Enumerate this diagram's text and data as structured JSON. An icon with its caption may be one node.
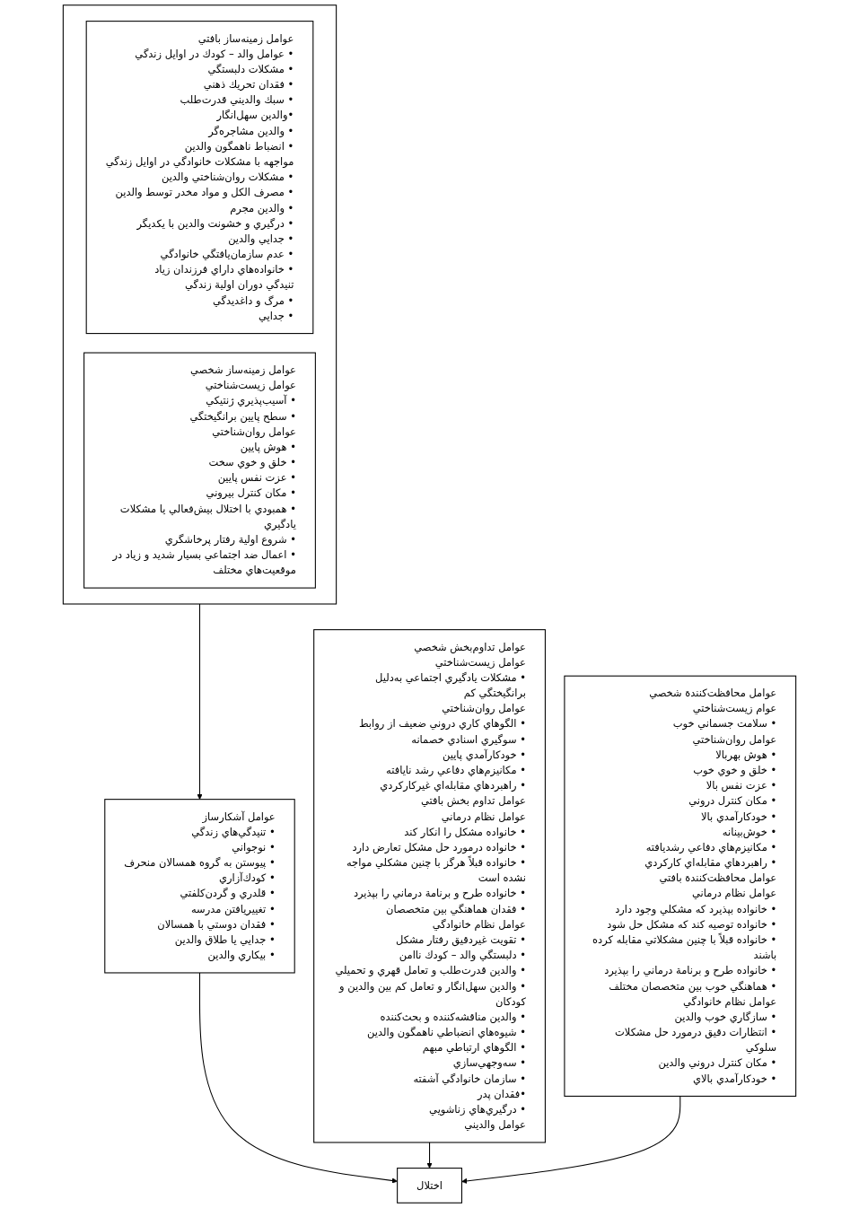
{
  "diagram": {
    "nodes": [
      {
        "text": [],
        "shape": "box"
      },
      {
        "text": [
          "عوامل زمينه‌ساز بافتي",
          "• عوامل والد – كودك در اوايل زندگي",
          "• مشكلات دلبستگي",
          "• فقدان تحريك ذهني",
          "• سبك والديني قدرت‌طلب",
          "•والدين سهل‌انگار",
          "• والدين مشاجره‌گر",
          "• انضباط ناهمگون والدين",
          "مواجهه با مشكلات خانوادگي در اوايل زندگي",
          "• مشكلات روان‌شناختي والدين",
          "• مصرف الكل و مواد مخدر توسط والدين",
          "• والدين مجرم",
          "• درگيري و خشونت والدين با يكديگر",
          "• جدايي والدين",
          "• عدم سازمان‌يافتگي خانوادگي",
          "• خانواده‌هاي داراي فرزندان زياد",
          "تنيدگي دوران اولية زندگي",
          "• مرگ و داغديدگي",
          "• جدايي"
        ],
        "in": 0
      },
      {
        "text": [
          "عوامل زمينه‌ساز شخصي",
          "عوامل زيست‌شناختي",
          "• آسيب‌پذيري ژنتيكي",
          "• سطح پايين برانگيختگي",
          "عوامل روان‌شناختي",
          "• هوش پايين",
          "• خلق و خوي سخت",
          "• عزت نفس پايين",
          "• مكان كنترل بيروني",
          "• همبودي با اختلال بيش‌فعالي يا مشكلات يادگيري",
          "• شروع اولية رفتار پرخاشگري",
          "• اعمال ضد اجتماعي بسيار شديد و زياد در موقعيت‌هاي مختلف"
        ],
        "in": 0
      },
      {
        "text": [
          "عوامل محافظت‌كنندة شخصي",
          "عوام زيست‌شناختي",
          "• سلامت جسماني خوب",
          "عوامل روان‌شناختي",
          "• هوش بهربالا",
          "• خلق و خوي خوب",
          "• عزت نفس بالا",
          "• مكان كنترل دروني",
          "• خودكارآمدي بالا",
          "• خوش‌بينانه",
          "• مكانيزم‌هاي دفاعي رشديافته",
          "• راهبردهاي مقابله‌اي كاركردي",
          "عوامل محافظت‌كنندة بافتي",
          "عوامل نظام درماني",
          "• خانواده بپذيرد كه مشكلي وجود دارد",
          "• خانواده توصيه كند كه مشكل حل شود",
          "• خانواده قبلاً با چنين مشكلاتي مقابله كرده باشند",
          "• خانواده طرح و برنامة درماني را بپذيرد",
          "• هماهنگي خوب بين متخصصان مختلف",
          "عوامل نظام خانوادگي",
          "• سازگاري خوب والدين",
          "• انتظارات دقيق درمورد حل مشكلات سلوكي",
          "• مكان كنترل دروني والدين",
          "• خودكارآمدي بالاي"
        ]
      },
      {
        "text": [
          "عوامل آشكارساز",
          "• تنيدگي‌هاي زندگي",
          "• نوجواني",
          "• پيوستن به گروه همسالان منحرف",
          "• كودك‌آزاري",
          "• قلدري و گردن‌كلفتي",
          "• تغييريافتن مدرسه",
          "• فقدان دوستي با همسالان",
          "• جدايي يا طلاق والدين",
          "• بيكاري والدين"
        ]
      },
      {
        "text": [
          "عوامل تداوم‌بخش شخصي",
          "عوامل زيست‌شناختي",
          "• مشكلات يادگيري اجتماعي به‌دليل برانگيختگي كم",
          "عوامل روان‌شناختي",
          "• الگوهاي كاري دروني ضعيف از روابط",
          "• سوگيري اسنادي خصمانه",
          "• خودكارآمدي پايين",
          "• مكانيزم‌هاي دفاعي رشد نايافته",
          "• راهبردهاي مقابله‌اي غيركاركردي",
          "عوامل تداوم بخش بافتي",
          "عوامل نظام درماني",
          "• خانواده مشكل را انكار كند",
          "• خانواده درمورد حل مشكل تعارض دارد",
          "• خانواده قبلاً هرگز با چنين مشكلي مواجه نشده است",
          "• خانواده طرح و برنامة درماني را بپذيرد",
          "• فقدان هماهنگي بين متخصصان",
          "عوامل نظام خانوادگي",
          "• تقويت غيردقيق رفتار مشكل",
          "• دلبستگي والد – كودك ناامن",
          "• والدين قدرت‌طلب و تعامل قهري و تحميلي",
          "• والدين سهل‌انگار و تعامل كم بين والدين و كودكان",
          "• والدين مناقشه‌كننده و بحث‌كننده",
          "• شيوه‌هاي انضباطي ناهمگون والدين",
          "• الگوهاي ارتباطي مبهم",
          "• سه‌وجهي‌سازي",
          "• سازمان خانوادگي آشفته",
          "•فقدان پدر",
          "• درگيري‌هاي زناشويي",
          "عوامل والديني"
        ]
      },
      {
        "text": [
          "اختلال"
        ]
      }
    ],
    "edges": [
      {
        "from": 0,
        "to": 4,
        "arrow": "to"
      },
      {
        "from": 4,
        "to": 6,
        "arrow": "to"
      },
      {
        "from": 5,
        "to": 6,
        "arrow": "to"
      },
      {
        "from": 3,
        "to": 6,
        "arrow": "to"
      }
    ]
  }
}
